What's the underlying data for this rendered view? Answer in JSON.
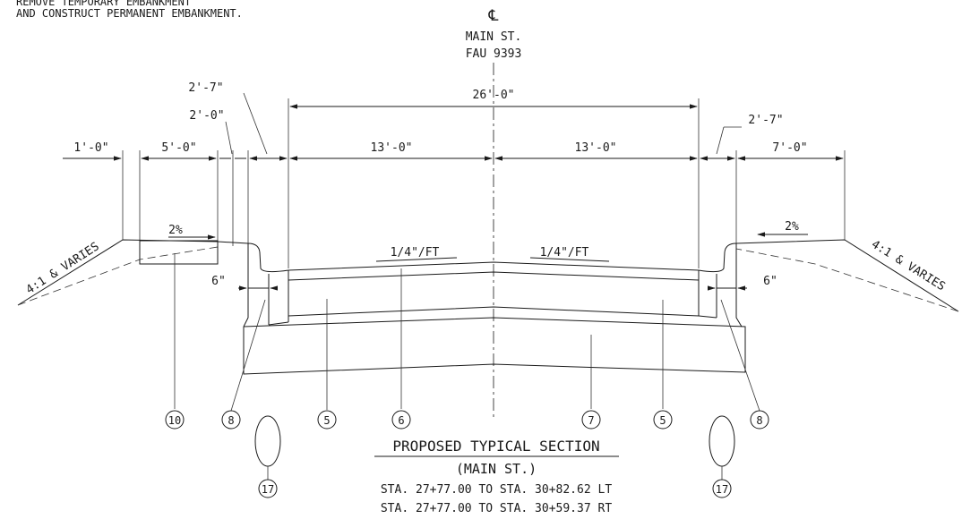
{
  "note": {
    "line1": "REMOVE TEMPORARY EMBANKMENT",
    "line2": "AND CONSTRUCT PERMANENT EMBANKMENT."
  },
  "centerline": {
    "symbol": "℄",
    "street": "MAIN ST.",
    "route": "FAU 9393"
  },
  "dimensions": {
    "overall": "26'-0\"",
    "left_outer": "1'-0\"",
    "left_walk": "5'-0\"",
    "left_2_0": "2'-0\"",
    "left_2_7": "2'-7\"",
    "lane_left": "13'-0\"",
    "lane_right": "13'-0\"",
    "right_2_7": "2'-7\"",
    "right_outer": "7'-0\"",
    "curb_left": "6\"",
    "curb_right": "6\""
  },
  "slopes": {
    "left_side": "4:1 & VARIES",
    "right_side": "4:1 & VARIES",
    "walk_left": "2%",
    "walk_right": "2%",
    "crown_left": "1/4\"/FT",
    "crown_right": "1/4\"/FT"
  },
  "callouts": [
    "10",
    "8",
    "5",
    "6",
    "7",
    "5",
    "8",
    "17",
    "17"
  ],
  "title": {
    "heading": "PROPOSED TYPICAL SECTION",
    "sub": "(MAIN ST.)",
    "range1": "STA. 27+77.00 TO STA. 30+82.62 LT",
    "range2": "STA. 27+77.00 TO STA. 30+59.37 RT"
  }
}
